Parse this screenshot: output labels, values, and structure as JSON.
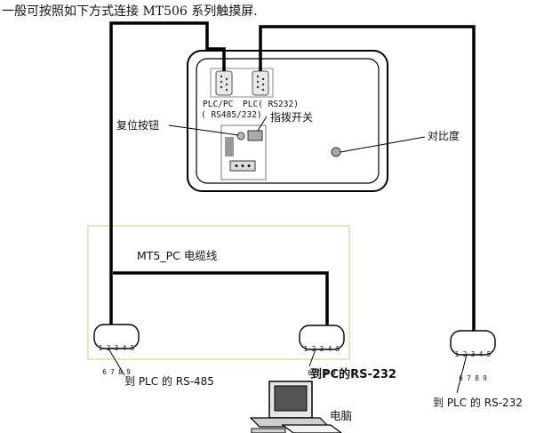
{
  "intro_text": "一般可按照如下方式连接 MT506 系列触摸屏.",
  "device": {
    "port_left_line1": "PLC/PC",
    "port_left_line2": "( RS485/232)",
    "port_right": "PLC( RS232)",
    "reset_button_label": "复位按钮",
    "dip_switch_label": "指拨开关",
    "contrast_label": "对比度"
  },
  "cable_box_label": "MT5_PC 电缆线",
  "connectors": {
    "pins_row1": "1 2 3 4 5",
    "pins_row2": "6 7 8 9",
    "left_caption": "到 PLC 的 RS-485",
    "middle_caption": "到PC的RS-232",
    "right_caption": "到 PLC 的 RS-232"
  },
  "computer_label": "电脑",
  "colors": {
    "cable_box_border": "#d8d488",
    "wire": "#000000"
  }
}
